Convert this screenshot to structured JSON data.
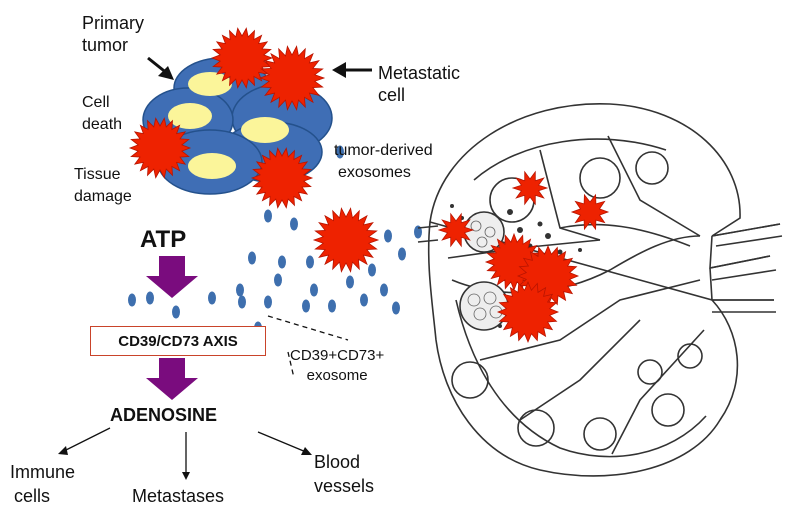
{
  "labels": {
    "primary_tumor": [
      "Primary",
      "tumor"
    ],
    "metastatic_cell": [
      "Metastatic",
      "cell"
    ],
    "cell_death": [
      "Cell",
      "death"
    ],
    "tissue_damage": [
      "Tissue",
      "damage"
    ],
    "tumor_exosomes": [
      "tumor-derived",
      "exosomes"
    ],
    "atp": "ATP",
    "axis": "CD39/CD73 AXIS",
    "cd_exosome": [
      "CD39+CD73+",
      "exosome"
    ],
    "adenosine": "ADENOSINE",
    "immune_cells": [
      "Immune",
      "cells"
    ],
    "metastases": "Metastases",
    "blood_vessels": [
      "Blood",
      "vessels"
    ]
  },
  "colors": {
    "tumor_red": "#ee2200",
    "tumor_blue": "#3f6eb5",
    "nucleus_yellow": "#fbf59a",
    "arrow_purple": "#7a0c7e",
    "exosome_blue": "#3e6fae",
    "box_border": "#c9432a"
  }
}
